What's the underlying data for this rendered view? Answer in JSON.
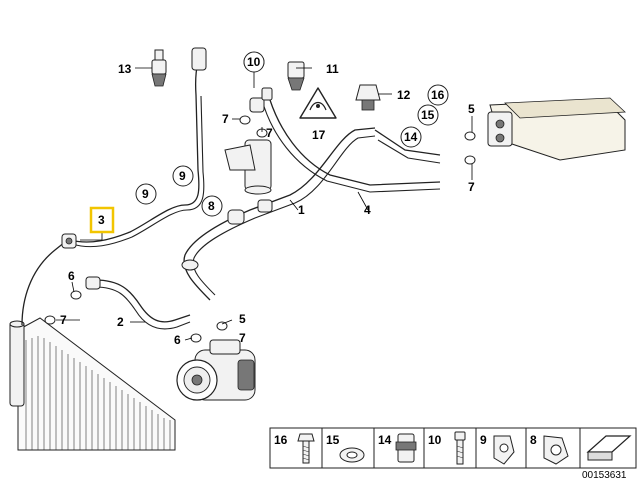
{
  "callouts": {
    "c1": "1",
    "c2": "2",
    "c3": "3",
    "c4": "4",
    "c5a": "5",
    "c5b": "5",
    "c6a": "6",
    "c6b": "6",
    "c7a": "7",
    "c7b": "7",
    "c7c": "7",
    "c7d": "7",
    "c7e": "7",
    "c8": "8",
    "c9a": "9",
    "c9b": "9",
    "c10": "10",
    "c11": "11",
    "c12": "12",
    "c13": "13",
    "c14": "14",
    "c15": "15",
    "c16": "16",
    "c17": "17"
  },
  "legend": {
    "items": [
      "16",
      "15",
      "14",
      "10",
      "9",
      "8"
    ]
  },
  "footer": {
    "code": "00153631"
  },
  "colors": {
    "highlight": "#f2c500",
    "line": "#222222"
  }
}
